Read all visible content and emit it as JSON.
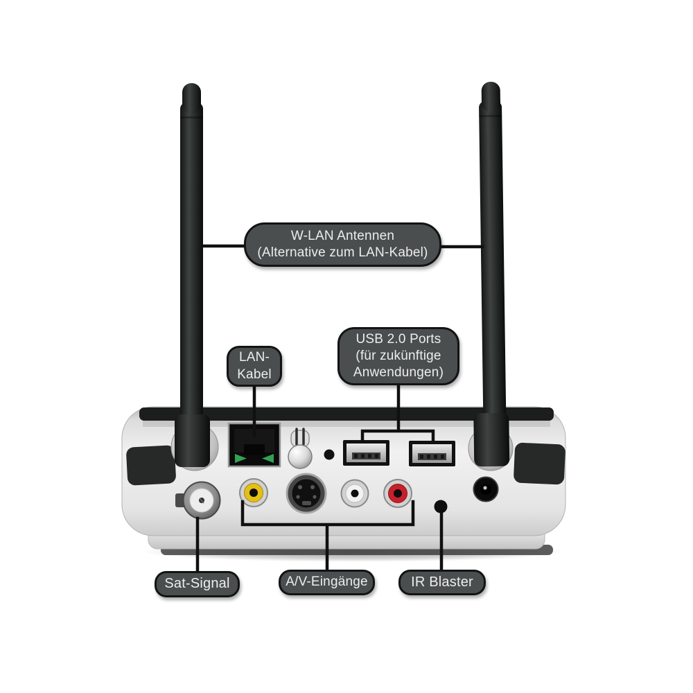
{
  "callouts": {
    "wlan_antennas": {
      "line1": "W-LAN Antennen",
      "line2": "(Alternative zum LAN-Kabel)"
    },
    "lan_cable": {
      "line1": "LAN-",
      "line2": "Kabel"
    },
    "usb_ports": {
      "line1": "USB 2.0 Ports",
      "line2": "(für zukünftige",
      "line3": "Anwendungen)"
    },
    "sat_signal": {
      "label": "Sat-Signal"
    },
    "av_inputs": {
      "label": "A/V-Eingänge"
    },
    "ir_blaster": {
      "label": "IR Blaster"
    }
  },
  "ports": {
    "top_row": [
      "lan-port",
      "pairing-button",
      "reset-hole",
      "usb-port-1",
      "usb-port-2"
    ],
    "bottom_row": [
      "sat-f-connector",
      "composite-video-jack-yellow",
      "s-video-port",
      "audio-jack-white",
      "audio-jack-red",
      "ir-blaster-hole",
      "power-jack"
    ]
  },
  "colors": {
    "label_bg": "#4a4e4f",
    "label_border": "#121414",
    "label_text": "#eceeee",
    "callout_line": "#101010",
    "antenna_black": "#1c1f1e",
    "body_silver": "#e8e8e8",
    "top_strip": "#1c1e1d",
    "side_pad": "#262928",
    "lan_led_green": "#34a254",
    "rca_yellow": "#e4bf17",
    "rca_white": "#f2f2f2",
    "rca_red": "#c8202a"
  }
}
